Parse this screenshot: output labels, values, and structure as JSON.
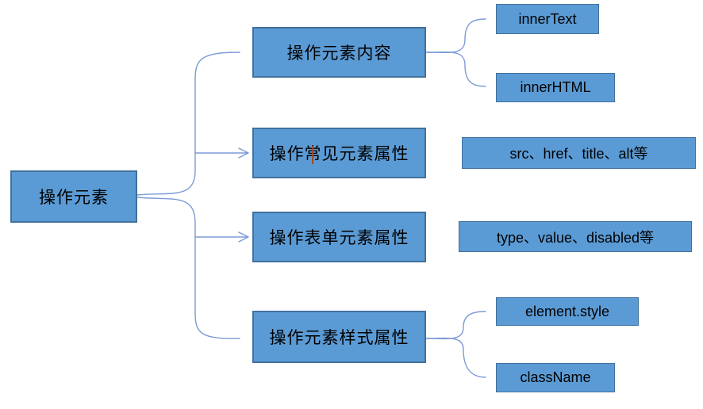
{
  "diagram": {
    "root": {
      "label": "操作元素"
    },
    "branches": [
      {
        "label": "操作元素内容",
        "children": [
          "innerText",
          "innerHTML"
        ]
      },
      {
        "label": "操作常见元素属性",
        "children": [
          "src、href、title、alt等"
        ]
      },
      {
        "label": "操作表单元素属性",
        "children": [
          "type、value、disabled等"
        ]
      },
      {
        "label": "操作元素样式属性",
        "children": [
          "element.style",
          "className"
        ]
      }
    ],
    "colors": {
      "box_fill": "#5B9BD5",
      "box_border": "#41719C",
      "connector": "#7b9ad8",
      "text": "#000000",
      "cursor": "#9c4a2a"
    }
  }
}
